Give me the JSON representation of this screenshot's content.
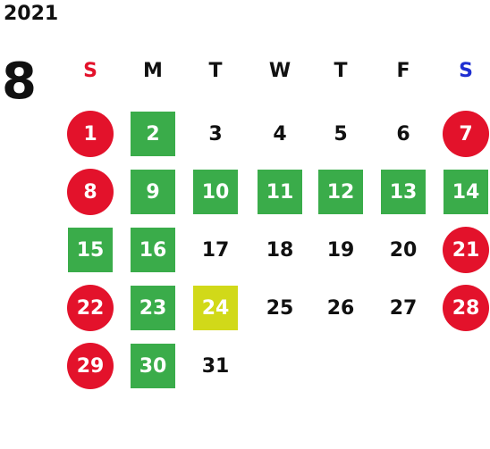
{
  "calendar": {
    "year": "2021",
    "month": "8",
    "weekdays": [
      {
        "label": "S",
        "color": "#e3122b"
      },
      {
        "label": "M",
        "color": "#111111"
      },
      {
        "label": "T",
        "color": "#111111"
      },
      {
        "label": "W",
        "color": "#111111"
      },
      {
        "label": "T",
        "color": "#111111"
      },
      {
        "label": "F",
        "color": "#111111"
      },
      {
        "label": "S",
        "color": "#1f2fd1"
      }
    ],
    "days": [
      {
        "day": "1",
        "status": "holiday"
      },
      {
        "day": "2",
        "status": "event"
      },
      {
        "day": "3",
        "status": "normal"
      },
      {
        "day": "4",
        "status": "normal"
      },
      {
        "day": "5",
        "status": "normal"
      },
      {
        "day": "6",
        "status": "normal"
      },
      {
        "day": "7",
        "status": "holiday"
      },
      {
        "day": "8",
        "status": "holiday"
      },
      {
        "day": "9",
        "status": "event"
      },
      {
        "day": "10",
        "status": "event"
      },
      {
        "day": "11",
        "status": "event"
      },
      {
        "day": "12",
        "status": "event"
      },
      {
        "day": "13",
        "status": "event"
      },
      {
        "day": "14",
        "status": "event"
      },
      {
        "day": "15",
        "status": "event"
      },
      {
        "day": "16",
        "status": "event"
      },
      {
        "day": "17",
        "status": "normal"
      },
      {
        "day": "18",
        "status": "normal"
      },
      {
        "day": "19",
        "status": "normal"
      },
      {
        "day": "20",
        "status": "normal"
      },
      {
        "day": "21",
        "status": "holiday"
      },
      {
        "day": "22",
        "status": "holiday"
      },
      {
        "day": "23",
        "status": "event"
      },
      {
        "day": "24",
        "status": "today"
      },
      {
        "day": "25",
        "status": "normal"
      },
      {
        "day": "26",
        "status": "normal"
      },
      {
        "day": "27",
        "status": "normal"
      },
      {
        "day": "28",
        "status": "holiday"
      },
      {
        "day": "29",
        "status": "holiday"
      },
      {
        "day": "30",
        "status": "event"
      },
      {
        "day": "31",
        "status": "normal"
      }
    ],
    "colors": {
      "holiday": "#e3122b",
      "event": "#3aac4a",
      "today": "#d1d919",
      "saturday": "#1f2fd1"
    }
  }
}
